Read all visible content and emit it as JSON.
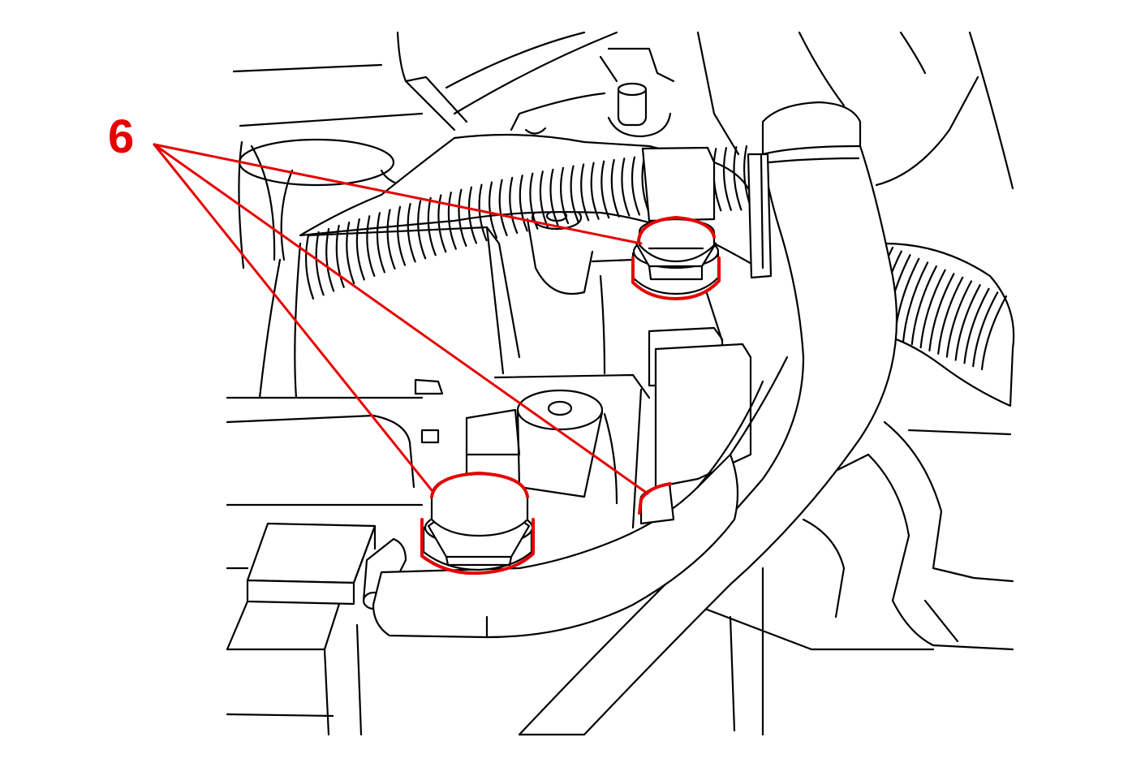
{
  "callout": {
    "label": "6",
    "color": "#e60000"
  },
  "highlighted_parts": [
    "bolt",
    "bolt",
    "bolt"
  ],
  "icons": [
    "bolt-icon"
  ]
}
